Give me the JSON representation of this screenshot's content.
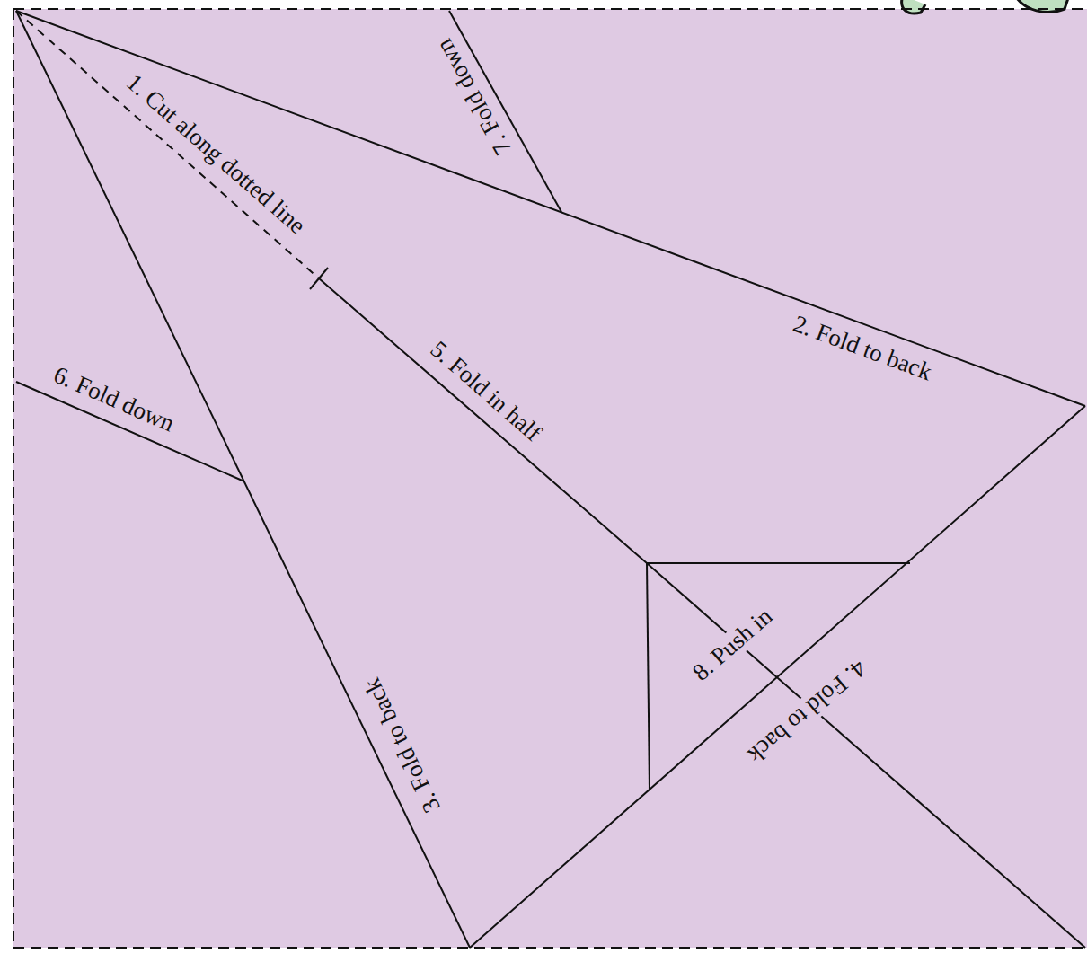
{
  "diagram": {
    "labels": [
      "1. Cut along dotted line",
      "7. Fold down",
      "2. Fold to back",
      "5. Fold in half",
      "6. Fold down",
      "3. Fold to back",
      "8. Push in",
      "4. Fold to back"
    ]
  }
}
